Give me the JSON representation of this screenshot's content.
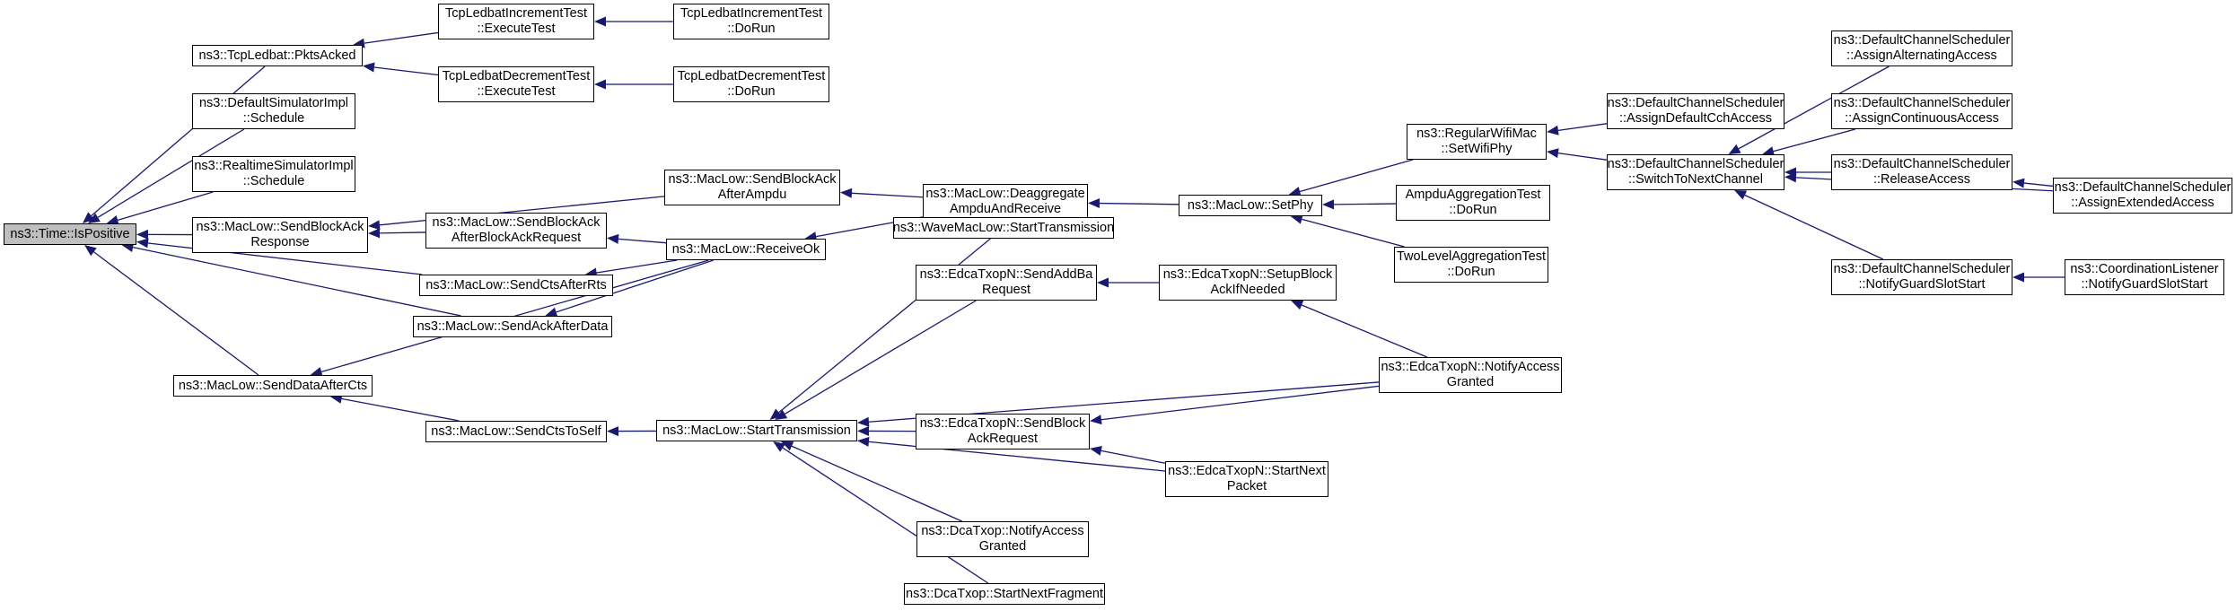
{
  "colors": {
    "edge": "#191970",
    "root_fill": "#bfbfbf",
    "node_fill": "#ffffff",
    "border": "#000000"
  },
  "nodes": {
    "isPositive": "ns3::Time::IsPositive",
    "pktsAcked": "ns3::TcpLedbat::PktsAcked",
    "defaultSchedule": "ns3::DefaultSimulatorImpl\n::Schedule",
    "realtimeSchedule": "ns3::RealtimeSimulatorImpl\n::Schedule",
    "sendBlockAckResponse": "ns3::MacLow::SendBlockAck\nResponse",
    "sendCtsAfterRts": "ns3::MacLow::SendCtsAfterRts",
    "sendAckAfterData": "ns3::MacLow::SendAckAfterData",
    "sendDataAfterCts": "ns3::MacLow::SendDataAfterCts",
    "incExecuteTest": "TcpLedbatIncrementTest\n::ExecuteTest",
    "decExecuteTest": "TcpLedbatDecrementTest\n::ExecuteTest",
    "incDoRun": "TcpLedbatIncrementTest\n::DoRun",
    "decDoRun": "TcpLedbatDecrementTest\n::DoRun",
    "sendBlockAckAfterAmpdu": "ns3::MacLow::SendBlockAck\nAfterAmpdu",
    "sendBlockAckAfterBlockAckRequest": "ns3::MacLow::SendBlockAck\nAfterBlockAckRequest",
    "receiveOk": "ns3::MacLow::ReceiveOk",
    "sendCtsToSelf": "ns3::MacLow::SendCtsToSelf",
    "deaggregate": "ns3::MacLow::Deaggregate\nAmpduAndReceive",
    "setPhy": "ns3::MacLow::SetPhy",
    "setWifiPhy": "ns3::RegularWifiMac\n::SetWifiPhy",
    "ampduDoRun": "AmpduAggregationTest\n::DoRun",
    "twoLevelDoRun": "TwoLevelAggregationTest\n::DoRun",
    "assignDefaultCch": "ns3::DefaultChannelScheduler\n::AssignDefaultCchAccess",
    "switchToNextChannel": "ns3::DefaultChannelScheduler\n::SwitchToNextChannel",
    "assignAlternating": "ns3::DefaultChannelScheduler\n::AssignAlternatingAccess",
    "assignContinuous": "ns3::DefaultChannelScheduler\n::AssignContinuousAccess",
    "releaseAccess": "ns3::DefaultChannelScheduler\n::ReleaseAccess",
    "assignExtended": "ns3::DefaultChannelScheduler\n::AssignExtendedAccess",
    "notifyGuardSlot": "ns3::DefaultChannelScheduler\n::NotifyGuardSlotStart",
    "coordNotifyGuard": "ns3::CoordinationListener\n::NotifyGuardSlotStart",
    "startTransmission": "ns3::MacLow::StartTransmission",
    "waveStartTx": "ns3::WaveMacLow::StartTransmission",
    "sendAddBaRequest": "ns3::EdcaTxopN::SendAddBa\nRequest",
    "setupBlockAck": "ns3::EdcaTxopN::SetupBlock\nAckIfNeeded",
    "edcaNotifyAccess": "ns3::EdcaTxopN::NotifyAccess\nGranted",
    "sendBlockAckRequest": "ns3::EdcaTxopN::SendBlock\nAckRequest",
    "startNextPacket": "ns3::EdcaTxopN::StartNext\nPacket",
    "dcaNotifyAccess": "ns3::DcaTxop::NotifyAccess\nGranted",
    "dcaStartNextFragment": "ns3::DcaTxop::StartNextFragment"
  },
  "edges": [
    [
      "pktsAcked",
      "isPositive"
    ],
    [
      "defaultSchedule",
      "isPositive"
    ],
    [
      "realtimeSchedule",
      "isPositive"
    ],
    [
      "sendBlockAckResponse",
      "isPositive"
    ],
    [
      "sendCtsAfterRts",
      "isPositive"
    ],
    [
      "sendAckAfterData",
      "isPositive"
    ],
    [
      "sendDataAfterCts",
      "isPositive"
    ],
    [
      "incExecuteTest",
      "pktsAcked"
    ],
    [
      "decExecuteTest",
      "pktsAcked"
    ],
    [
      "incDoRun",
      "incExecuteTest"
    ],
    [
      "decDoRun",
      "decExecuteTest"
    ],
    [
      "sendBlockAckAfterAmpdu",
      "sendBlockAckResponse"
    ],
    [
      "sendBlockAckAfterBlockAckRequest",
      "sendBlockAckResponse"
    ],
    [
      "receiveOk",
      "sendBlockAckAfterBlockAckRequest"
    ],
    [
      "receiveOk",
      "sendCtsAfterRts"
    ],
    [
      "receiveOk",
      "sendAckAfterData"
    ],
    [
      "receiveOk",
      "sendDataAfterCts"
    ],
    [
      "sendCtsToSelf",
      "sendDataAfterCts"
    ],
    [
      "startTransmission",
      "sendCtsToSelf"
    ],
    [
      "deaggregate",
      "sendBlockAckAfterAmpdu"
    ],
    [
      "deaggregate",
      "receiveOk"
    ],
    [
      "setPhy",
      "deaggregate"
    ],
    [
      "setWifiPhy",
      "setPhy"
    ],
    [
      "ampduDoRun",
      "setPhy"
    ],
    [
      "twoLevelDoRun",
      "setPhy"
    ],
    [
      "assignDefaultCch",
      "setWifiPhy"
    ],
    [
      "switchToNextChannel",
      "setWifiPhy"
    ],
    [
      "assignAlternating",
      "switchToNextChannel"
    ],
    [
      "assignContinuous",
      "switchToNextChannel"
    ],
    [
      "releaseAccess",
      "switchToNextChannel"
    ],
    [
      "assignExtended",
      "switchToNextChannel"
    ],
    [
      "notifyGuardSlot",
      "switchToNextChannel"
    ],
    [
      "assignExtended",
      "releaseAccess"
    ],
    [
      "coordNotifyGuard",
      "notifyGuardSlot"
    ],
    [
      "waveStartTx",
      "startTransmission"
    ],
    [
      "sendAddBaRequest",
      "startTransmission"
    ],
    [
      "edcaNotifyAccess",
      "startTransmission"
    ],
    [
      "sendBlockAckRequest",
      "startTransmission"
    ],
    [
      "startNextPacket",
      "startTransmission"
    ],
    [
      "dcaNotifyAccess",
      "startTransmission"
    ],
    [
      "dcaStartNextFragment",
      "startTransmission"
    ],
    [
      "setupBlockAck",
      "sendAddBaRequest"
    ],
    [
      "edcaNotifyAccess",
      "setupBlockAck"
    ],
    [
      "edcaNotifyAccess",
      "sendBlockAckRequest"
    ],
    [
      "startNextPacket",
      "sendBlockAckRequest"
    ]
  ]
}
